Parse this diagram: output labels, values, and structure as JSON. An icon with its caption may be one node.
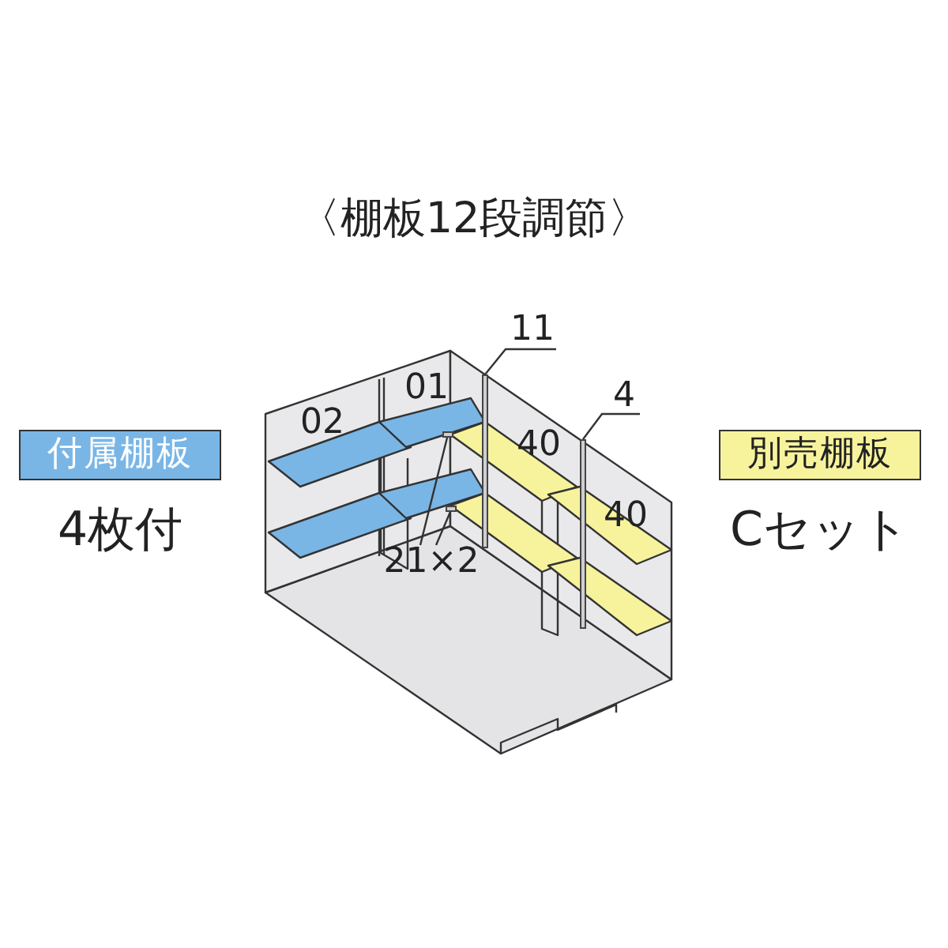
{
  "diagram": {
    "title": "〈棚板12段調節〉",
    "nodes": [
      {
        "text": [
          "付属棚板"
        ],
        "beside": [
          "4枚付"
        ]
      },
      {
        "text": [
          "別売棚板"
        ],
        "beside": [
          "Cセット"
        ]
      },
      {
        "text": [
          "11"
        ]
      },
      {
        "text": [
          "4"
        ]
      },
      {
        "text": [
          "21×2"
        ]
      },
      {
        "text": [],
        "shape": "bar"
      },
      {
        "text": [],
        "shape": "bar"
      },
      {
        "text": [],
        "shape": "bar"
      },
      {
        "text": [],
        "shape": "bar"
      }
    ],
    "edges": [
      {
        "from": 2,
        "to": 7,
        "arrow": "none"
      },
      {
        "from": 3,
        "to": 8,
        "arrow": "none"
      },
      {
        "from": 4,
        "to": 5,
        "arrow": "none"
      },
      {
        "from": 4,
        "to": 6,
        "arrow": "none"
      }
    ],
    "labels": [
      "02",
      "01",
      "40",
      "40"
    ]
  }
}
